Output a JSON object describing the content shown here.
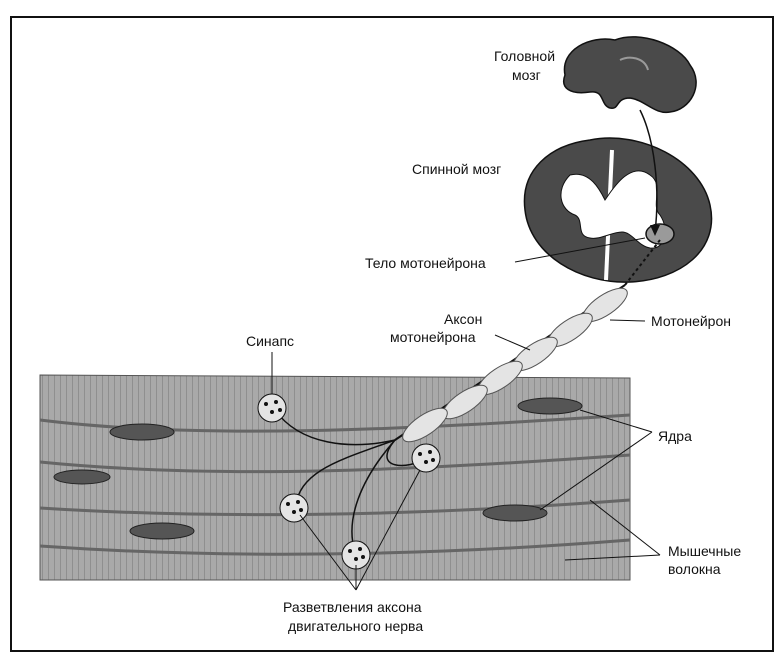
{
  "labels": {
    "brain": [
      "Головной",
      "мозг"
    ],
    "spinal_cord": "Спинной мозг",
    "motor_neuron_body": "Тело мотонейрона",
    "axon": [
      "Аксон",
      "мотонейрона"
    ],
    "motor_neuron": "Мотонейрон",
    "synapse": "Синапс",
    "nuclei": "Ядра",
    "muscle_fibers": [
      "Мышечные",
      "волокна"
    ],
    "axon_branches": [
      "Разветвления аксона",
      "двигательного нерва"
    ]
  },
  "colors": {
    "ink": "#111111",
    "tissue_dark": "#4a4a4a",
    "muscle": "#a9a9a9",
    "muscle_dark": "#7a7a7a",
    "sheath": "#e4e4e4"
  }
}
